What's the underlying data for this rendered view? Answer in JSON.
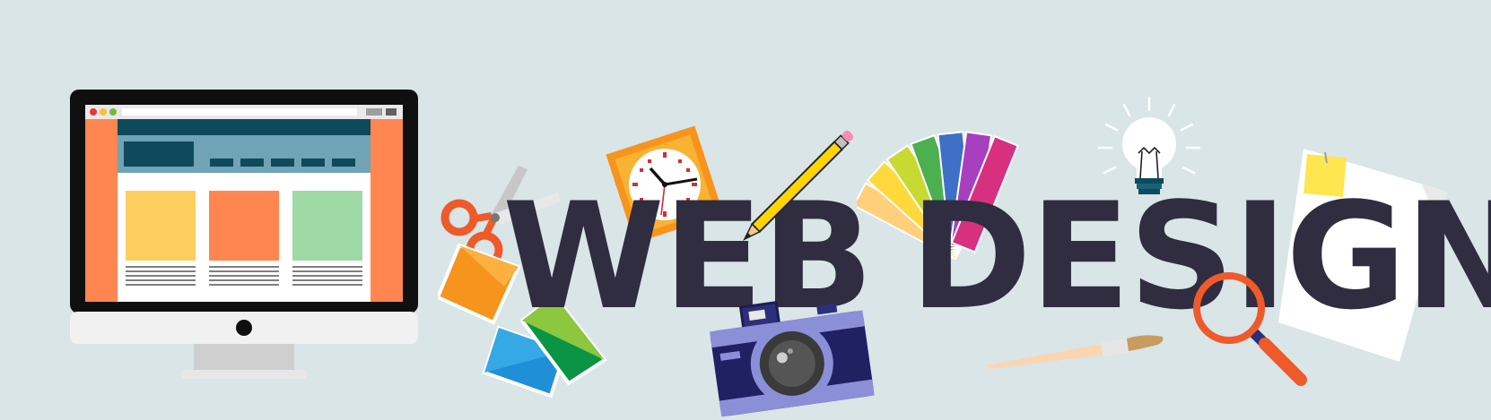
{
  "headline": {
    "word_1": "WEB",
    "word_2": "DESIGN"
  },
  "colors": {
    "background": "#d9e5e7",
    "headline": "#2f2d3f",
    "accent_orange": "#ff8650",
    "accent_dark_teal": "#0f4a5c",
    "accent_teal": "#6fa3b5",
    "card_yellow": "#fbce5f",
    "card_green": "#9fd9a6"
  },
  "illustrations": [
    "monitor-illustration",
    "scissors-icon",
    "photo-stack-icon",
    "clock-icon",
    "pencil-icon",
    "color-swatch-fan-icon",
    "light-bulb-icon",
    "camera-icon",
    "paintbrush-icon",
    "magnifier-icon",
    "sticky-note-icon"
  ]
}
